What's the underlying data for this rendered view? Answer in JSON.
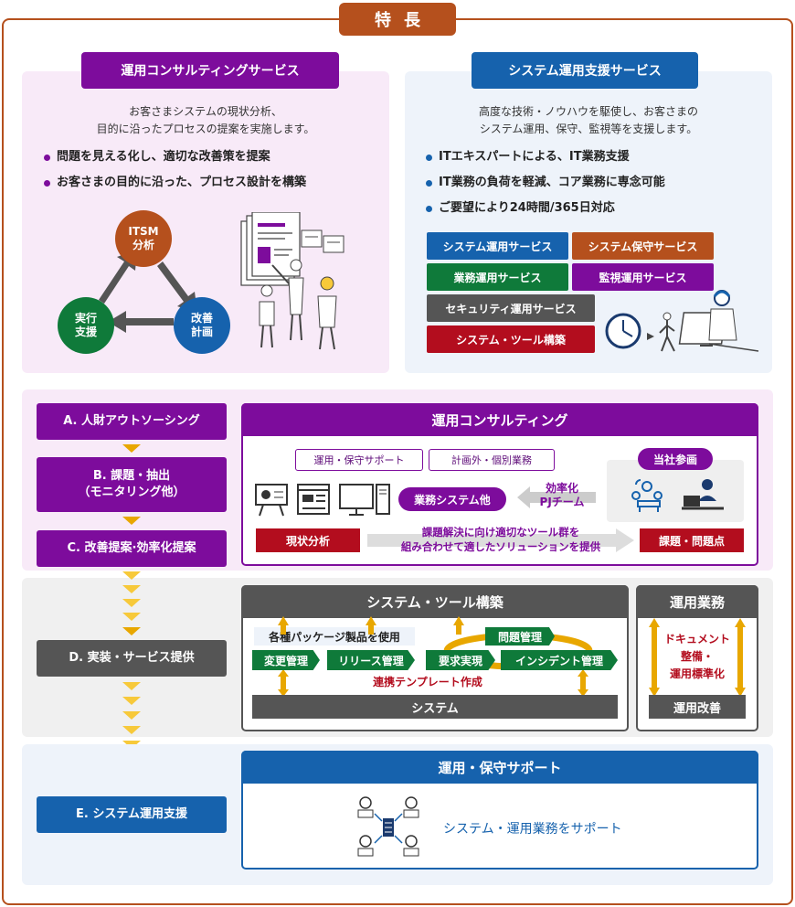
{
  "title": "特長",
  "consulting": {
    "header": "運用コンサルティングサービス",
    "desc": [
      "お客さまシステムの現状分析、",
      "目的に沿ったプロセスの提案を実施します。"
    ],
    "bullets": [
      "問題を見える化し、適切な改善策を提案",
      "お客さまの目的に沿った、プロセス設計を構築"
    ],
    "cycle": {
      "top": [
        "ITSM",
        "分析"
      ],
      "right": [
        "改善",
        "計画"
      ],
      "left": [
        "実行",
        "支援"
      ]
    }
  },
  "operation_support": {
    "header": "システム運用支援サービス",
    "desc": [
      "高度な技術・ノウハウを駆使し、お客さまの",
      "システム運用、保守、監視等を支援します。"
    ],
    "bullets": [
      "ITエキスパートによる、IT業務支援",
      "IT業務の負荷を軽減、コア業務に専念可能",
      "ご要望により24時間/365日対応"
    ],
    "tags": [
      "システム運用サービス",
      "システム保守サービス",
      "業務運用サービス",
      "監視運用サービス",
      "セキュリティ運用サービス",
      "システム・ツール構築"
    ]
  },
  "steps": {
    "a": "A. 人財アウトソーシング",
    "b1": "B. 課題・抽出",
    "b2": "（モニタリング他）",
    "c": "C. 改善提案·効率化提案",
    "d": "D. 実装・サービス提供",
    "e": "E. システム運用支援"
  },
  "consulting_box": {
    "header": "運用コンサルティング",
    "tag1": "運用・保守サポート",
    "tag2": "計画外・個別業務",
    "system_label": "業務システム他",
    "pj_label1": "効率化",
    "pj_label2": "PJチーム",
    "participation": "当社参画",
    "current": "現状分析",
    "issues": "課題・問題点",
    "solution1": "課題解決に向け適切なツール群を",
    "solution2": "組み合わせて適したソリューションを提供"
  },
  "build_box": {
    "header": "システム・ツール構築",
    "package": "各種パッケージ製品を使用",
    "problem": "問題管理",
    "change": "変更管理",
    "release": "リリース管理",
    "request": "要求実現",
    "incident": "インシデント管理",
    "template": "連携テンプレート作成",
    "system": "システム"
  },
  "ops_box": {
    "header": "運用業務",
    "text": [
      "ドキュメント",
      "整備・",
      "運用標準化"
    ],
    "improve": "運用改善"
  },
  "support_box": {
    "header": "運用・保守サポート",
    "text": "システム・運用業務をサポート"
  },
  "colors": {
    "brand": "#b5501d",
    "purple": "#7d0c9c",
    "blue": "#1662ad",
    "green": "#0f7a3a",
    "orange": "#b5501d",
    "gray": "#555555",
    "red": "#b30d1e",
    "yellow": "#e8a700"
  }
}
